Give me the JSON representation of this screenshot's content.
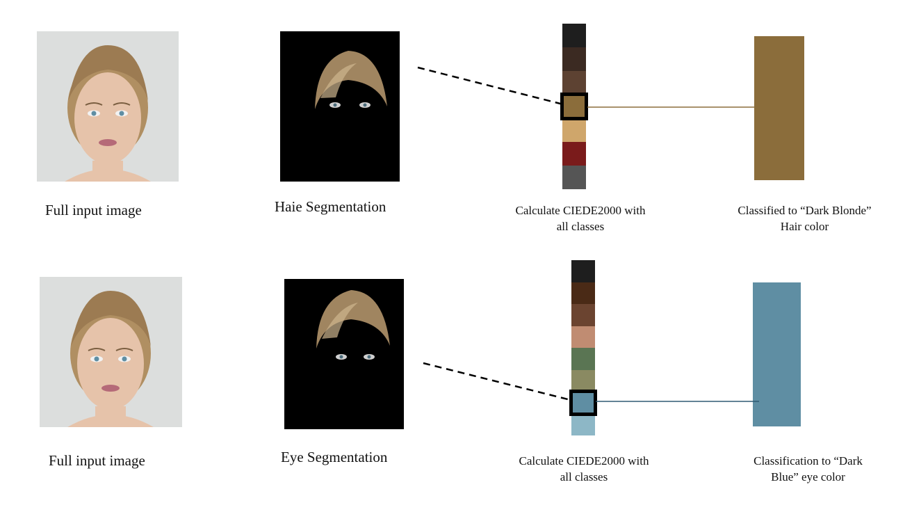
{
  "rows": [
    {
      "input_caption": "Full input image",
      "segmentation_caption": "Haie Segmentation",
      "calc_caption_line1": "Calculate CIEDE2000 with",
      "calc_caption_line2": "all classes",
      "result_caption_line1": "Classified to “Dark Blonde”",
      "result_caption_line2": "Hair color",
      "palette": [
        "#1e1e1e",
        "#3b2a22",
        "#5d4232",
        "#8b6d3b",
        "#cfa66b",
        "#7a1b1b",
        "#555555"
      ],
      "selected_index": 3,
      "result_color": "#8b6d3b",
      "connector_color": "#8b6d3b"
    },
    {
      "input_caption": "Full input image",
      "segmentation_caption": "Eye Segmentation",
      "calc_caption_line1": "Calculate CIEDE2000 with",
      "calc_caption_line2": "all classes",
      "result_caption_line1": "Classification to “Dark",
      "result_caption_line2": "Blue” eye color",
      "palette": [
        "#1e1e1e",
        "#4a2a16",
        "#6b4430",
        "#c08c72",
        "#5a7553",
        "#8a8a62",
        "#5f8ea3",
        "#8db7c6"
      ],
      "selected_index": 6,
      "result_color": "#5f8ea3",
      "connector_color": "#2f5a73"
    }
  ]
}
